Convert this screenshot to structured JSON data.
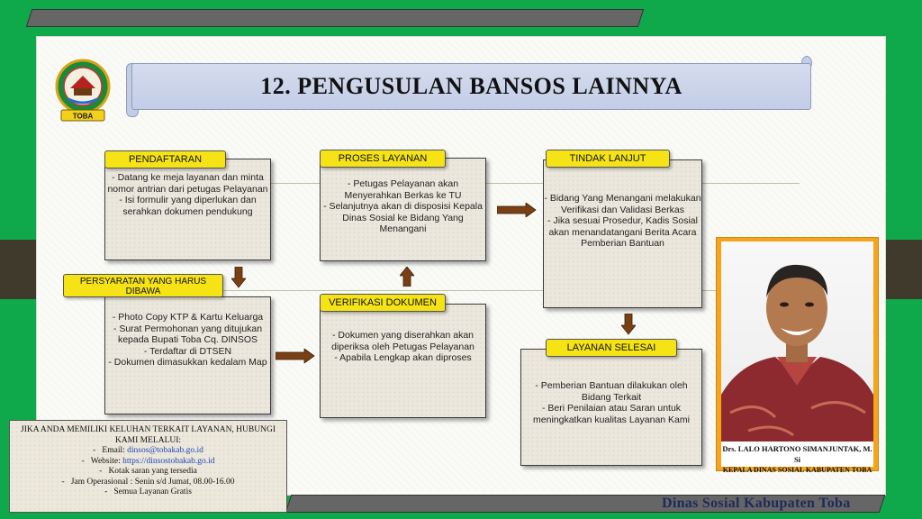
{
  "title": "12. PENGUSULAN BANSOS LAINNYA",
  "logo_text": "TOBA",
  "footer": "Dinas Sosial Kabupaten Toba",
  "steps": {
    "pendaftaran": {
      "label": "PENDAFTARAN",
      "items": [
        "Datang ke meja layanan dan minta nomor antrian dari petugas Pelayanan",
        "Isi formulir yang diperlukan dan serahkan dokumen pendukung"
      ]
    },
    "persyaratan": {
      "label": "PERSYARATAN YANG HARUS DIBAWA",
      "items": [
        "Photo Copy KTP & Kartu Keluarga",
        "Surat Permohonan yang ditujukan kepada Bupati Toba Cq. DINSOS",
        "Terdaftar di DTSEN",
        "Dokumen dimasukkan kedalam Map"
      ]
    },
    "verifikasi": {
      "label": "VERIFIKASI DOKUMEN",
      "items": [
        "Dokumen yang diserahkan akan diperiksa oleh Petugas Pelayanan",
        "Apabila Lengkap akan diproses"
      ]
    },
    "proses": {
      "label": "PROSES LAYANAN",
      "items": [
        "Petugas Pelayanan akan Menyerahkan Berkas ke TU",
        "Selanjutnya akan di disposisi Kepala Dinas Sosial ke Bidang Yang Menangani"
      ]
    },
    "tindak_lanjut": {
      "label": "TINDAK LANJUT",
      "items": [
        "Bidang Yang Menangani melakukan Verifikasi dan Validasi Berkas",
        "Jika sesuai Prosedur, Kadis Sosial akan menandatangani Berita Acara Pemberian Bantuan"
      ]
    },
    "selesai": {
      "label": "LAYANAN SELESAI",
      "items": [
        "Pemberian Bantuan dilakukan oleh Bidang Terkait",
        "Beri Penilaian atau Saran untuk meningkatkan kualitas Layanan Kami"
      ]
    }
  },
  "contact": {
    "heading": "JIKA ANDA MEMILIKI KELUHAN TERKAIT LAYANAN, HUBUNGI KAMI MELALUI:",
    "email_label": "Email: ",
    "email": "dinsos@tobakab.go.id",
    "website_label": "Website: ",
    "website": "https://dinsostobakab.go.id",
    "suggestion_box": "Kotak saran yang tersedia",
    "hours": "Jam Operasional : Senin s/d Jumat, 08.00-16.00",
    "free": "Semua Layanan Gratis"
  },
  "official": {
    "name": "Drs. LALO HARTONO SIMANJUNTAK, M. Si",
    "position": "KEPALA DINAS SOSIAL KABUPATEN TOBA"
  },
  "colors": {
    "background": "#0fa84a",
    "label_yellow": "#f5e315",
    "arrow_brown": "#7a4014",
    "photo_frame": "#f4a51c"
  }
}
